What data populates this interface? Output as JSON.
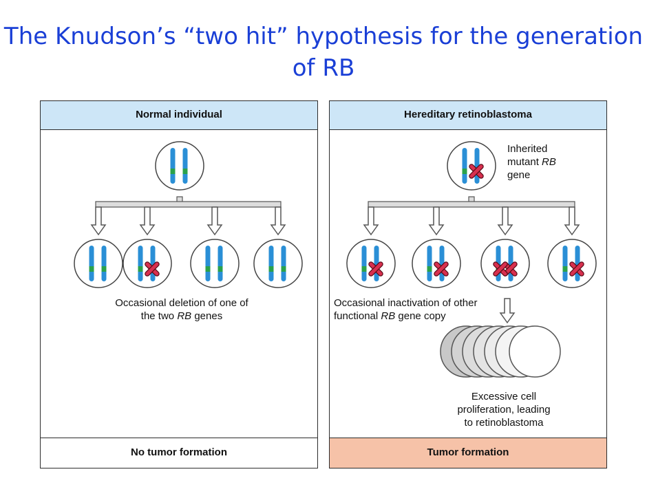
{
  "title": "The Knudson’s “two hit” hypothesis for the generation of RB",
  "colors": {
    "title": "#1a3fd6",
    "header_bg": "#cde6f7",
    "tumor_bg": "#f6c2a8",
    "chromosome": "#2a8fd6",
    "band": "#2aa14b",
    "mutation": "#d8304f"
  },
  "panels": [
    {
      "header": "Normal individual",
      "footer": "No tumor formation",
      "parent_mutations": 0,
      "daughter_mutations": [
        0,
        1,
        0,
        0
      ],
      "label_pre": "Occasional deletion of one of the two ",
      "label_gene": "RB",
      "label_post": " genes"
    },
    {
      "header": "Hereditary retinoblastoma",
      "footer": "Tumor formation",
      "parent_mutations": 1,
      "daughter_mutations": [
        1,
        1,
        2,
        1
      ],
      "inherited_pre": "Inherited mutant ",
      "inherited_gene": "RB",
      "inherited_post": " gene",
      "label_pre": "Occasional inactivation of other functional ",
      "label_gene": "RB",
      "label_post": " gene copy",
      "result_label": "Excessive cell proliferation, leading to retinoblastoma"
    }
  ]
}
